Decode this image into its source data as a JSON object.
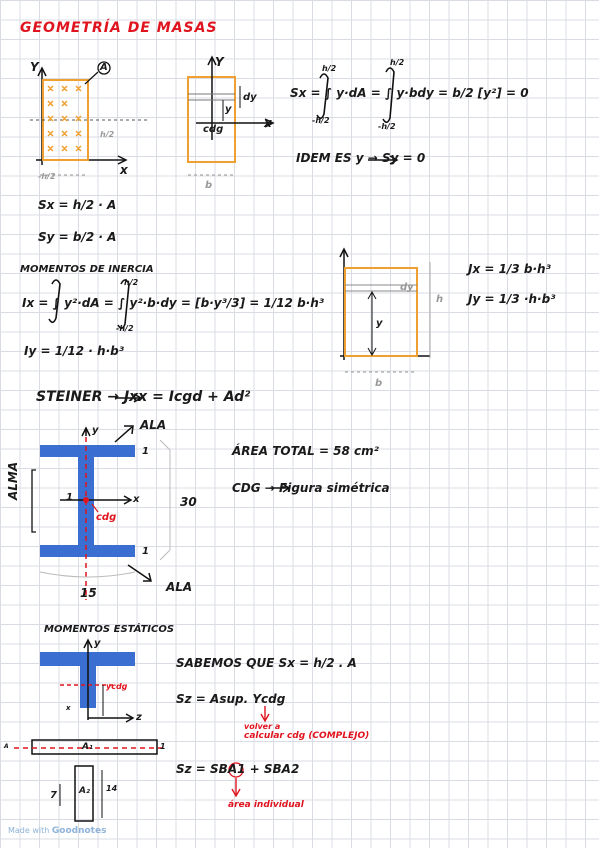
{
  "title": "GEOMETRÍA DE MASAS",
  "fig1": {
    "axis_y": "Y",
    "axis_x": "x",
    "label_a": "A",
    "h_half": "h/2",
    "neg_h_half": "-h/2"
  },
  "fig2": {
    "axis_y": "Y",
    "axis_x": "x",
    "dy": "dy",
    "y": "y",
    "cdg": "cdg",
    "b": "b"
  },
  "eq_sx_integral": "Sx = ∫ y·dA = ∫ y·bdy = b/2 [y²] = 0",
  "lim_top": "h/2",
  "lim_bot": "-h/2",
  "idem": "IDEM ES y → Sy = 0",
  "sx": "Sx = h/2 · A",
  "sy": "Sy = b/2 · A",
  "inercia_heading": "MOMENTOS DE INERCIA",
  "eq_ix": "Ix = ∫ y²·dA = ∫ y²·b·dy = [b·y³/3] = 1/12 b·h³",
  "eq_iy": "Iy = 1/12 · h·b³",
  "fig3": {
    "dy": "dy",
    "y": "y",
    "h": "h",
    "b": "b"
  },
  "jx": "Jx = 1/3 b·h³",
  "jy": "Jy = 1/3 ·h·b³",
  "steiner": "STEINER → Jxx = Icgd + Ad²",
  "ibeam": {
    "y": "y",
    "ala_top": "ALA",
    "ala_bot": "ALA",
    "alma": "ALMA",
    "flange_t_top": "1",
    "flange_t_bot": "1",
    "web_t": "1",
    "x": "x",
    "cdg": "cdg",
    "height": "30",
    "width": "15"
  },
  "area_total": "ÁREA TOTAL = 58 cm²",
  "cdg_text": "CDG → Figura simétrica",
  "estaticos_heading": "MOMENTOS ESTÁTICOS",
  "tbeam": {
    "y": "y",
    "ycdg": "ycdg",
    "z": "z",
    "x": "x"
  },
  "sabemos": "SABEMOS QUE Sx = h/2 . A",
  "sz1": "Sz = Asup. Ycdg",
  "volver": "volver a",
  "calcular": "calcular cdg (COMPLEJO)",
  "sz2": "Sz = SBA1 + SBA2",
  "area_ind": "área individual",
  "rect": {
    "a1": "A₁",
    "a2": "A₂",
    "t1": "1",
    "dim7": "7",
    "dim14": "14",
    "label_left": "A"
  },
  "footer": {
    "made": "Made with",
    "brand": "Goodnotes"
  },
  "colors": {
    "red": "#e0141e",
    "orange": "#f0a030",
    "blue": "#3a6fd1"
  }
}
